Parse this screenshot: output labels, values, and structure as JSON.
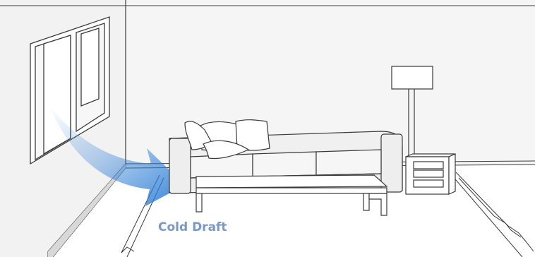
{
  "caption": {
    "text": "Cold Draft"
  },
  "colors": {
    "outline": "#3a3a3a",
    "wall": "#f4f4f4",
    "floor": "#ffffff",
    "draft_arrow": "#2f7fd6",
    "caption_text": "#7a98c6"
  },
  "objects": [
    "window",
    "sofa",
    "pillows",
    "coffee-table",
    "floor-lamp",
    "side-table",
    "rug",
    "cold-draft-arrow"
  ]
}
